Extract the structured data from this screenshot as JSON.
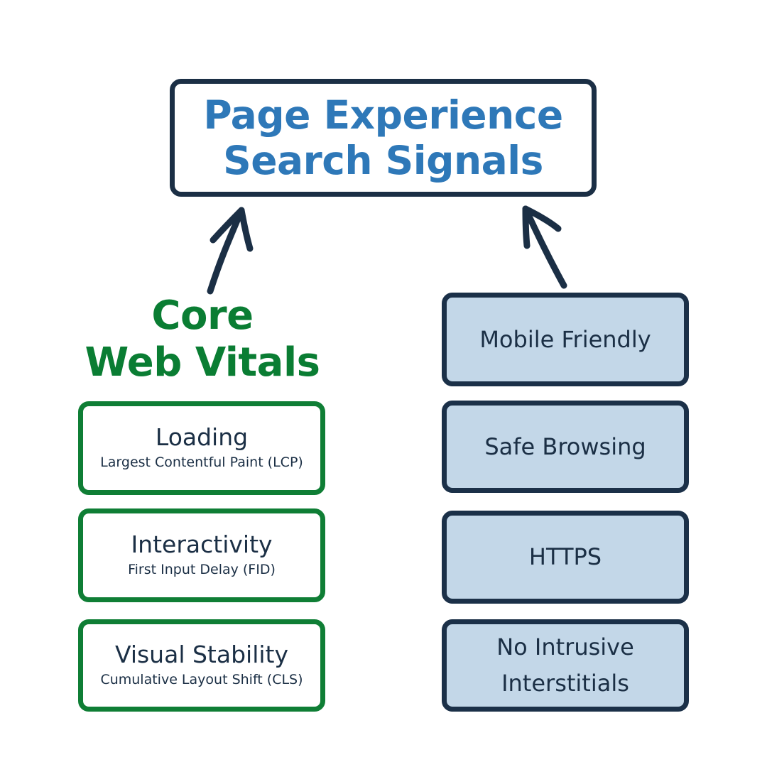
{
  "title": {
    "line1": "Page Experience",
    "line2": "Search Signals"
  },
  "core_web_vitals": {
    "heading_line1": "Core",
    "heading_line2": "Web Vitals",
    "metrics": [
      {
        "title": "Loading",
        "subtitle": "Largest Contentful Paint (LCP)"
      },
      {
        "title": "Interactivity",
        "subtitle": "First Input Delay (FID)"
      },
      {
        "title": "Visual Stability",
        "subtitle": "Cumulative Layout Shift (CLS)"
      }
    ]
  },
  "other_signals": [
    {
      "label": "Mobile Friendly"
    },
    {
      "label": "Safe Browsing"
    },
    {
      "label": "HTTPS"
    },
    {
      "label": "No Intrusive Interstitials"
    }
  ],
  "colors": {
    "title_text": "#2e78b8",
    "dark_navy": "#1b2f45",
    "green": "#0a7d33",
    "signal_fill": "#c3d7e8"
  }
}
